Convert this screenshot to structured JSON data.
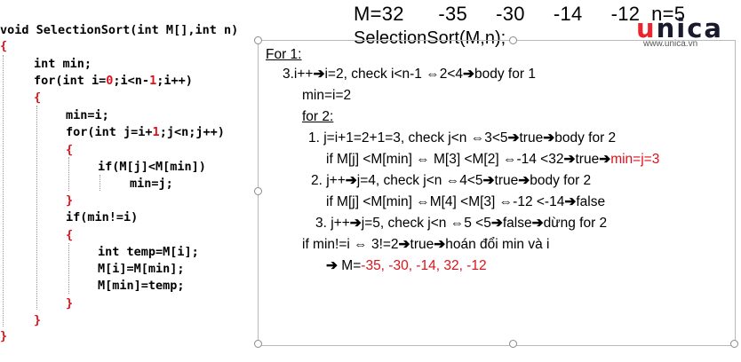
{
  "header": {
    "array_line": "M=32      -35     -30     -14     -12  n=5",
    "call_line": "SelectionSort(M,n);"
  },
  "logo": {
    "word_u": "u",
    "word_rest": "nica",
    "site": "www.unica.vn"
  },
  "code": {
    "l1a": "void SelectionSort(int M[],int n)",
    "l2": "{",
    "l3": "int min;",
    "l4a": "for(int i=",
    "l4b": "0",
    "l4c": ";i<n-",
    "l4d": "1",
    "l4e": ";i++)",
    "l5": "{",
    "l6": "min=i;",
    "l7a": "for(int j=i+",
    "l7b": "1",
    "l7c": ";j<n;j++)",
    "l8": "{",
    "l9": "if(M[j]<M[min])",
    "l10": "min=j;",
    "l11": "}",
    "l12": "if(min!=i)",
    "l13": "{",
    "l14": "int temp=M[i];",
    "l15": "M[i]=M[min];",
    "l16": "M[min]=temp;",
    "l17": "}",
    "l18": "}",
    "l19": "}"
  },
  "explanation": {
    "for1_label": "For 1:",
    "s1a": "3.i++",
    "s1b": "i=2, check i<n-1 ",
    "s1c": "2<4",
    "s1d": "body for 1",
    "s2": "min=i=2",
    "for2_label": "for 2:",
    "s3a": "1. j=i+1=2+1=3, check j<n ",
    "s3b": "3<5",
    "s3c": "true",
    "s3d": "body for 2",
    "s4a": "if M[j] <M[min] ",
    "s4b": " M[3] <M[2] ",
    "s4c": "-14 <32",
    "s4d": "true",
    "s4e": "min=j=3",
    "s5a": "2. j++",
    "s5b": "j=4, check j<n ",
    "s5c": "4<5",
    "s5d": "true",
    "s5e": "body for 2",
    "s6a": "if M[j] <M[min] ",
    "s6b": "M[4] <M[3] ",
    "s6c": "-12 <-14",
    "s6d": "false",
    "s7a": "3. j++",
    "s7b": "j=5, check j<n ",
    "s7c": "5 <5",
    "s7d": "false",
    "s7e": "dừng for 2",
    "s8a": "if min!=i ",
    "s8b": " 3!=2",
    "s8c": "true",
    "s8d": "hoán đổi min và i",
    "s9a": " M=",
    "s9b": "-35, -30, -14, 32, -12"
  }
}
